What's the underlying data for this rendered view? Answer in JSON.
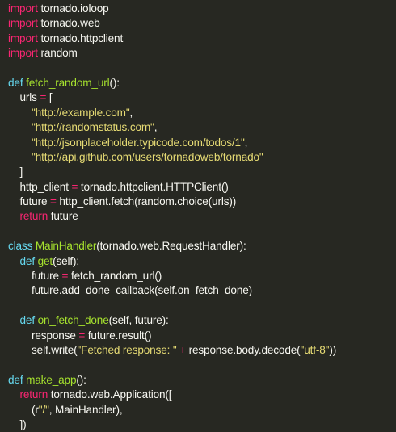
{
  "colors": {
    "background": "#272822",
    "plain": "#f8f8f2",
    "keyword": "#f92672",
    "definition": "#66d9ef",
    "function_name": "#a6e22e",
    "string": "#e6db74"
  },
  "code": {
    "lines": [
      [
        {
          "t": "kw",
          "v": "import"
        },
        {
          "t": "plain",
          "v": " tornado.ioloop"
        }
      ],
      [
        {
          "t": "kw",
          "v": "import"
        },
        {
          "t": "plain",
          "v": " tornado.web"
        }
      ],
      [
        {
          "t": "kw",
          "v": "import"
        },
        {
          "t": "plain",
          "v": " tornado.httpclient"
        }
      ],
      [
        {
          "t": "kw",
          "v": "import"
        },
        {
          "t": "plain",
          "v": " random"
        }
      ],
      [],
      [
        {
          "t": "def",
          "v": "def"
        },
        {
          "t": "plain",
          "v": " "
        },
        {
          "t": "fn",
          "v": "fetch_random_url"
        },
        {
          "t": "plain",
          "v": "():"
        }
      ],
      [
        {
          "t": "plain",
          "v": "    urls "
        },
        {
          "t": "op",
          "v": "="
        },
        {
          "t": "plain",
          "v": " ["
        }
      ],
      [
        {
          "t": "plain",
          "v": "        "
        },
        {
          "t": "str",
          "v": "\"http://example.com\""
        },
        {
          "t": "plain",
          "v": ","
        }
      ],
      [
        {
          "t": "plain",
          "v": "        "
        },
        {
          "t": "str",
          "v": "\"http://randomstatus.com\""
        },
        {
          "t": "plain",
          "v": ","
        }
      ],
      [
        {
          "t": "plain",
          "v": "        "
        },
        {
          "t": "str",
          "v": "\"http://jsonplaceholder.typicode.com/todos/1\""
        },
        {
          "t": "plain",
          "v": ","
        }
      ],
      [
        {
          "t": "plain",
          "v": "        "
        },
        {
          "t": "str",
          "v": "\"http://api.github.com/users/tornadoweb/tornado\""
        }
      ],
      [
        {
          "t": "plain",
          "v": "    ]"
        }
      ],
      [
        {
          "t": "plain",
          "v": "    http_client "
        },
        {
          "t": "op",
          "v": "="
        },
        {
          "t": "plain",
          "v": " tornado.httpclient.HTTPClient()"
        }
      ],
      [
        {
          "t": "plain",
          "v": "    future "
        },
        {
          "t": "op",
          "v": "="
        },
        {
          "t": "plain",
          "v": " http_client.fetch(random.choice(urls))"
        }
      ],
      [
        {
          "t": "plain",
          "v": "    "
        },
        {
          "t": "kw",
          "v": "return"
        },
        {
          "t": "plain",
          "v": " future"
        }
      ],
      [],
      [
        {
          "t": "def",
          "v": "class"
        },
        {
          "t": "plain",
          "v": " "
        },
        {
          "t": "fn",
          "v": "MainHandler"
        },
        {
          "t": "plain",
          "v": "(tornado.web.RequestHandler):"
        }
      ],
      [
        {
          "t": "plain",
          "v": "    "
        },
        {
          "t": "def",
          "v": "def"
        },
        {
          "t": "plain",
          "v": " "
        },
        {
          "t": "fn",
          "v": "get"
        },
        {
          "t": "plain",
          "v": "(self):"
        }
      ],
      [
        {
          "t": "plain",
          "v": "        future "
        },
        {
          "t": "op",
          "v": "="
        },
        {
          "t": "plain",
          "v": " fetch_random_url()"
        }
      ],
      [
        {
          "t": "plain",
          "v": "        future.add_done_callback(self.on_fetch_done)"
        }
      ],
      [],
      [
        {
          "t": "plain",
          "v": "    "
        },
        {
          "t": "def",
          "v": "def"
        },
        {
          "t": "plain",
          "v": " "
        },
        {
          "t": "fn",
          "v": "on_fetch_done"
        },
        {
          "t": "plain",
          "v": "(self, future):"
        }
      ],
      [
        {
          "t": "plain",
          "v": "        response "
        },
        {
          "t": "op",
          "v": "="
        },
        {
          "t": "plain",
          "v": " future.result()"
        }
      ],
      [
        {
          "t": "plain",
          "v": "        self.write("
        },
        {
          "t": "str",
          "v": "\"Fetched response: \""
        },
        {
          "t": "plain",
          "v": " "
        },
        {
          "t": "op",
          "v": "+"
        },
        {
          "t": "plain",
          "v": " response.body.decode("
        },
        {
          "t": "str",
          "v": "\"utf-8\""
        },
        {
          "t": "plain",
          "v": "))"
        }
      ],
      [],
      [
        {
          "t": "def",
          "v": "def"
        },
        {
          "t": "plain",
          "v": " "
        },
        {
          "t": "fn",
          "v": "make_app"
        },
        {
          "t": "plain",
          "v": "():"
        }
      ],
      [
        {
          "t": "plain",
          "v": "    "
        },
        {
          "t": "kw",
          "v": "return"
        },
        {
          "t": "plain",
          "v": " tornado.web.Application(["
        }
      ],
      [
        {
          "t": "plain",
          "v": "        (r"
        },
        {
          "t": "str",
          "v": "\"/\""
        },
        {
          "t": "plain",
          "v": ", MainHandler),"
        }
      ],
      [
        {
          "t": "plain",
          "v": "    ])"
        }
      ]
    ]
  }
}
